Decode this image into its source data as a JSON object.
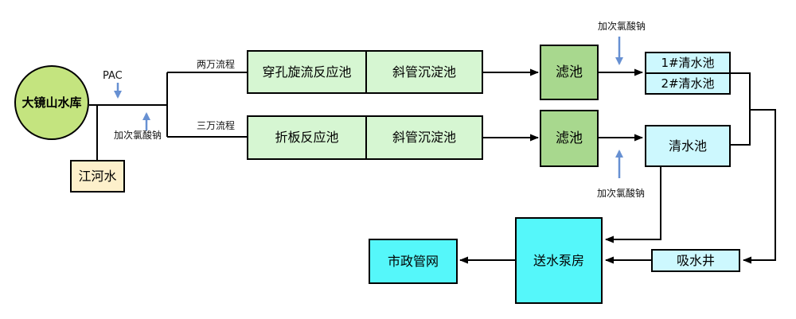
{
  "nodes": {
    "reservoir": "大镜山水库",
    "river": "江河水",
    "row1_cell1": "穿孔旋流反应池",
    "row1_cell2": "斜管沉淀池",
    "row2_cell1": "折板反应池",
    "row2_cell2": "斜管沉淀池",
    "filter1": "滤池",
    "filter2": "滤池",
    "clearwater1": "1#清水池",
    "clearwater2": "2#清水池",
    "clearwater_main": "清水池",
    "suction_well": "吸水井",
    "pump_station": "送水泵房",
    "municipal_network": "市政管网"
  },
  "labels": {
    "pac": "PAC",
    "naclo_left": "加次氯酸钠",
    "naclo_top": "加次氯酸钠",
    "naclo_bottom": "加次氯酸钠",
    "flow_20k": "两万流程",
    "flow_30k": "三万流程"
  },
  "colors": {
    "reservoirGreen": "#c4e47f",
    "riverCream": "#fdf0cb",
    "processGreen": "#d6f6d2",
    "filterGreen": "#a8d88e",
    "tankCyan": "#cdf8fe",
    "pumpCyan": "#55f7fa",
    "arrowBlue": "#6790d2",
    "lineBlack": "#000000"
  }
}
